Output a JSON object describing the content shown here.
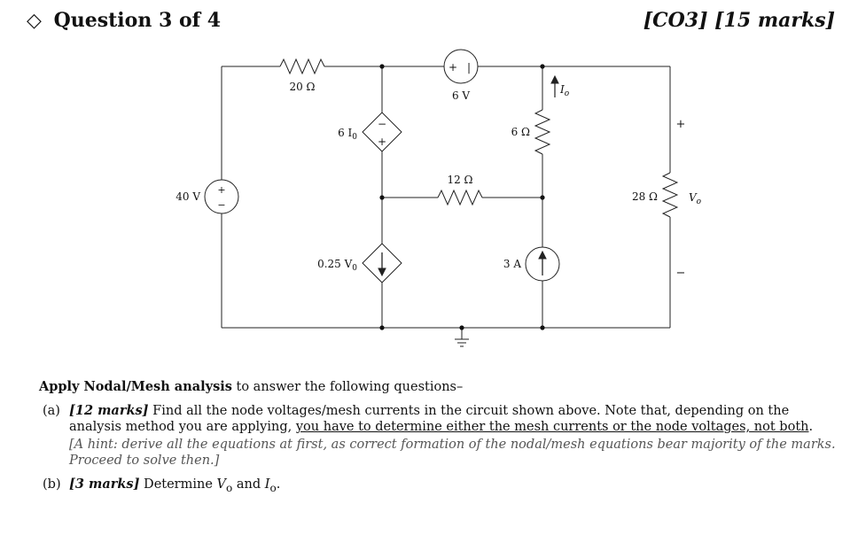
{
  "header": {
    "symbol": "◇",
    "title": "Question 3 of 4",
    "tag": "[CO3] [15 marks]"
  },
  "circuit": {
    "labels": {
      "r20": "20 Ω",
      "vs6": "6 V",
      "io_arrow": "I",
      "io_sub": "o",
      "dep_v6": "6 I",
      "dep_v6_sub": "0",
      "r6": "6 Ω",
      "vs40": "40 V",
      "r12": "12 Ω",
      "r28": "28 Ω",
      "vo": "V",
      "vo_sub": "o",
      "plus": "+",
      "minus": "−",
      "dep_c": "0.25 V",
      "dep_c_sub": "0",
      "cs3": "3 A"
    }
  },
  "questions": {
    "intro_bold": "Apply Nodal/Mesh analysis",
    "intro_rest": " to answer the following questions–",
    "a": {
      "label": "(a)",
      "marks": "[12 marks]",
      "text1": " Find all the node voltages/mesh currents in the circuit shown above. Note that, depending on the analysis method you are applying, ",
      "underlined": "you have to determine either the mesh currents or the node voltages, not both",
      "text2": ".",
      "hint": "[A hint: derive all the equations at first, as correct formation of the nodal/mesh equations bear majority of the marks. Proceed to solve then.]"
    },
    "b": {
      "label": "(b)",
      "marks": "[3 marks]",
      "text1": " Determine ",
      "v1": "V",
      "v1_sub": "o",
      "and": " and ",
      "v2": "I",
      "v2_sub": "o",
      "end": "."
    }
  }
}
